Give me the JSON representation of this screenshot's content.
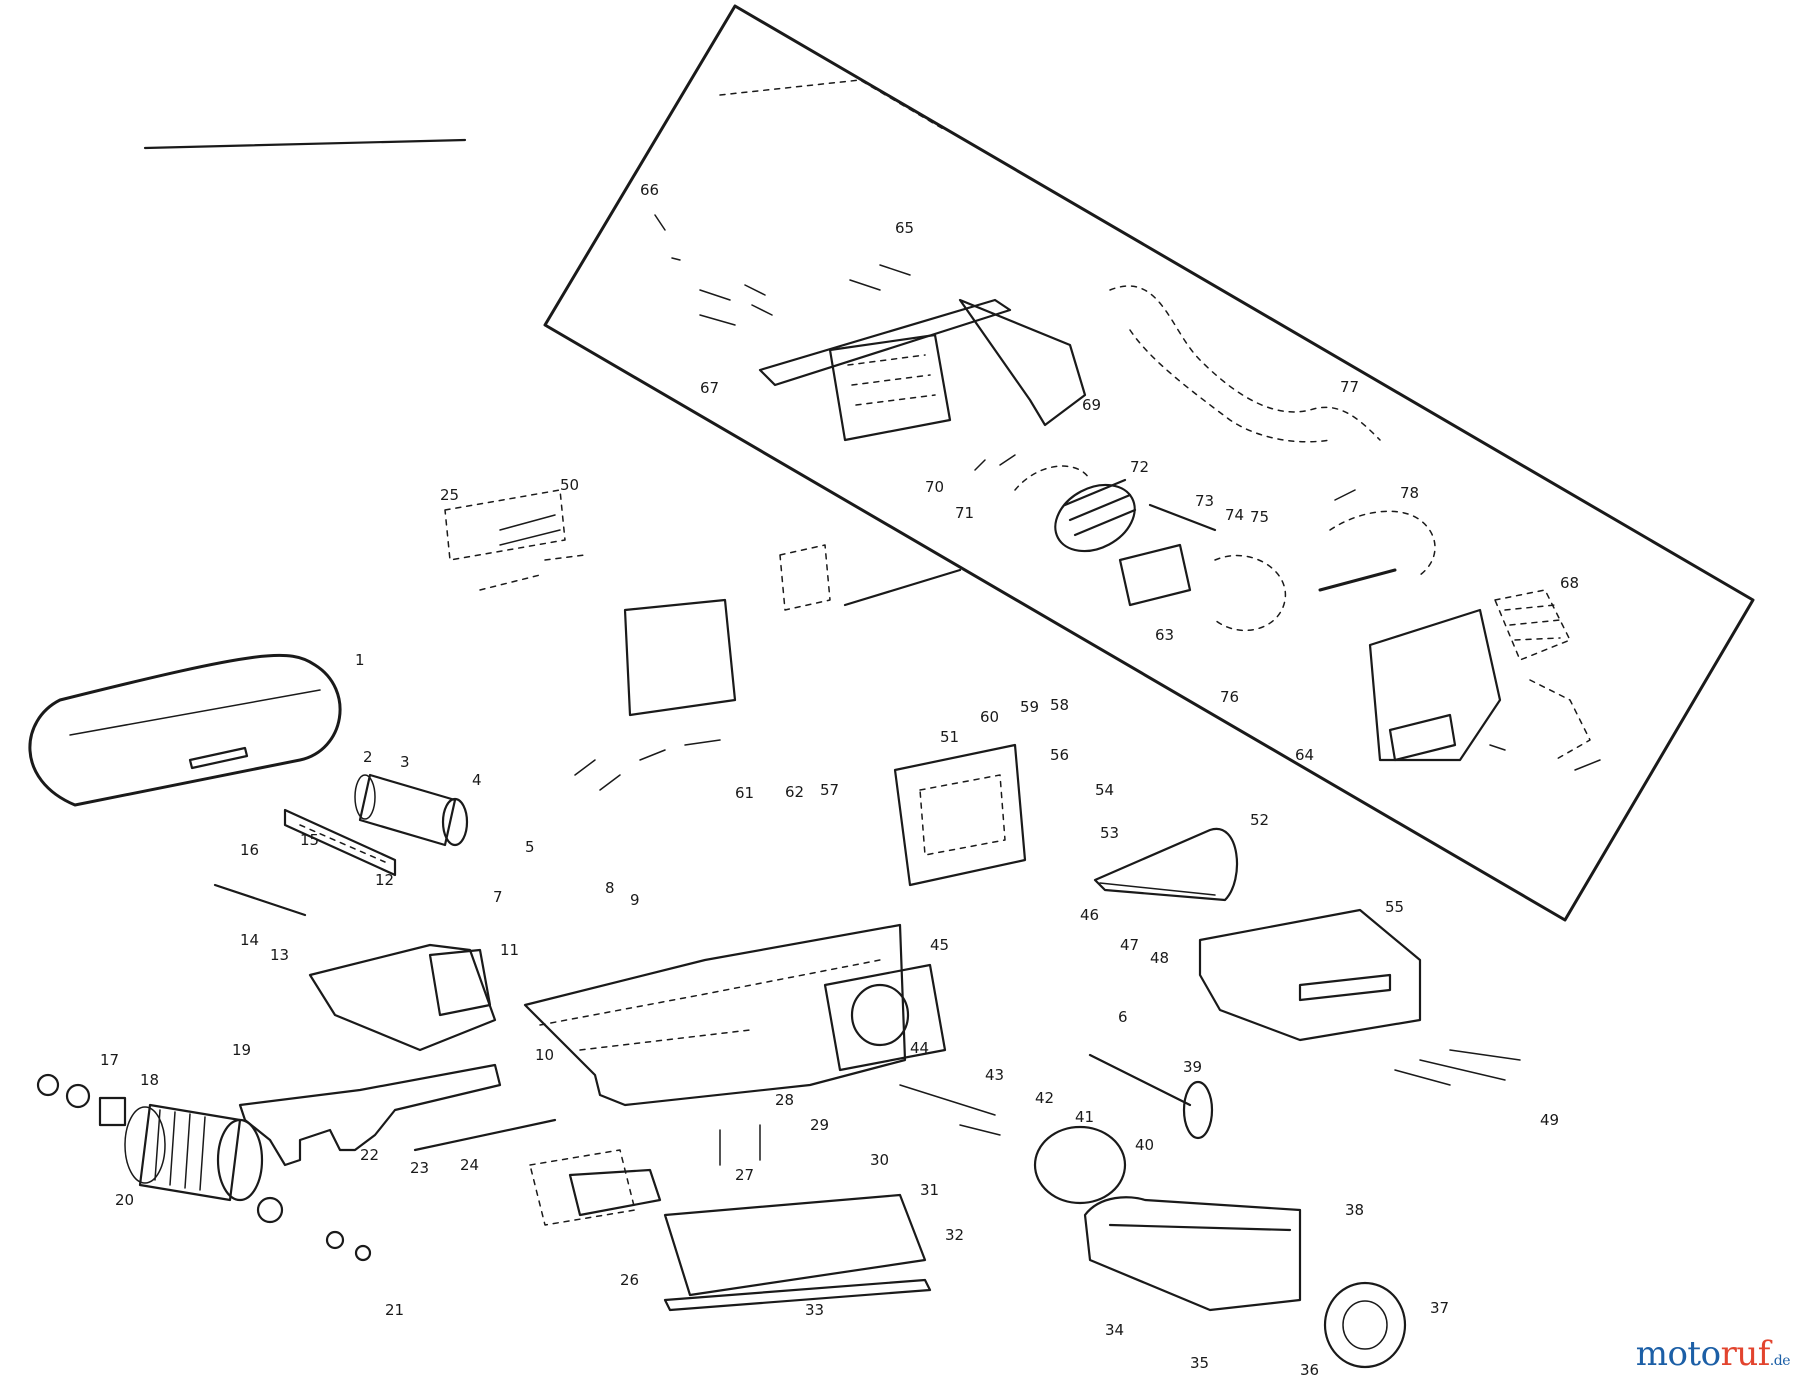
{
  "labels": [
    {
      "id": "1",
      "text": "1"
    },
    {
      "id": "2",
      "text": "2"
    },
    {
      "id": "3",
      "text": "3"
    },
    {
      "id": "4",
      "text": "4"
    },
    {
      "id": "5",
      "text": "5"
    },
    {
      "id": "6",
      "text": "6"
    },
    {
      "id": "7",
      "text": "7"
    },
    {
      "id": "8",
      "text": "8"
    },
    {
      "id": "9",
      "text": "9"
    },
    {
      "id": "10",
      "text": "10"
    },
    {
      "id": "11",
      "text": "11"
    },
    {
      "id": "12",
      "text": "12"
    },
    {
      "id": "13",
      "text": "13"
    },
    {
      "id": "14",
      "text": "14"
    },
    {
      "id": "15",
      "text": "15"
    },
    {
      "id": "16",
      "text": "16"
    },
    {
      "id": "17",
      "text": "17"
    },
    {
      "id": "18",
      "text": "18"
    },
    {
      "id": "19",
      "text": "19"
    },
    {
      "id": "20",
      "text": "20"
    },
    {
      "id": "21",
      "text": "21"
    },
    {
      "id": "22",
      "text": "22"
    },
    {
      "id": "23",
      "text": "23"
    },
    {
      "id": "24",
      "text": "24"
    },
    {
      "id": "25",
      "text": "25"
    },
    {
      "id": "26",
      "text": "26"
    },
    {
      "id": "27",
      "text": "27"
    },
    {
      "id": "28",
      "text": "28"
    },
    {
      "id": "29",
      "text": "29"
    },
    {
      "id": "30",
      "text": "30"
    },
    {
      "id": "31",
      "text": "31"
    },
    {
      "id": "32",
      "text": "32"
    },
    {
      "id": "33",
      "text": "33"
    },
    {
      "id": "34",
      "text": "34"
    },
    {
      "id": "35",
      "text": "35"
    },
    {
      "id": "36",
      "text": "36"
    },
    {
      "id": "37",
      "text": "37"
    },
    {
      "id": "38",
      "text": "38"
    },
    {
      "id": "39",
      "text": "39"
    },
    {
      "id": "40",
      "text": "40"
    },
    {
      "id": "41",
      "text": "41"
    },
    {
      "id": "42",
      "text": "42"
    },
    {
      "id": "43",
      "text": "43"
    },
    {
      "id": "44",
      "text": "44"
    },
    {
      "id": "45",
      "text": "45"
    },
    {
      "id": "46",
      "text": "46"
    },
    {
      "id": "47",
      "text": "47"
    },
    {
      "id": "48",
      "text": "48"
    },
    {
      "id": "49",
      "text": "49"
    },
    {
      "id": "50",
      "text": "50"
    },
    {
      "id": "51",
      "text": "51"
    },
    {
      "id": "52",
      "text": "52"
    },
    {
      "id": "53",
      "text": "53"
    },
    {
      "id": "54",
      "text": "54"
    },
    {
      "id": "55",
      "text": "55"
    },
    {
      "id": "56",
      "text": "56"
    },
    {
      "id": "57",
      "text": "57"
    },
    {
      "id": "58",
      "text": "58"
    },
    {
      "id": "59",
      "text": "59"
    },
    {
      "id": "60",
      "text": "60"
    },
    {
      "id": "61",
      "text": "61"
    },
    {
      "id": "62",
      "text": "62"
    },
    {
      "id": "63",
      "text": "63"
    },
    {
      "id": "64",
      "text": "64"
    },
    {
      "id": "65",
      "text": "65"
    },
    {
      "id": "66",
      "text": "66"
    },
    {
      "id": "67",
      "text": "67"
    },
    {
      "id": "68",
      "text": "68"
    },
    {
      "id": "69",
      "text": "69"
    },
    {
      "id": "70",
      "text": "70"
    },
    {
      "id": "71",
      "text": "71"
    },
    {
      "id": "72",
      "text": "72"
    },
    {
      "id": "73",
      "text": "73"
    },
    {
      "id": "74",
      "text": "74"
    },
    {
      "id": "75",
      "text": "75"
    },
    {
      "id": "76",
      "text": "76"
    },
    {
      "id": "77",
      "text": "77"
    },
    {
      "id": "78",
      "text": "78"
    }
  ],
  "watermark": {
    "part1": "moto",
    "part2": "ruf",
    "tld": ".de"
  },
  "colors": {
    "ink": "#1a1a1a",
    "brand_blue": "#1c5fa6",
    "brand_red": "#e2442e"
  }
}
